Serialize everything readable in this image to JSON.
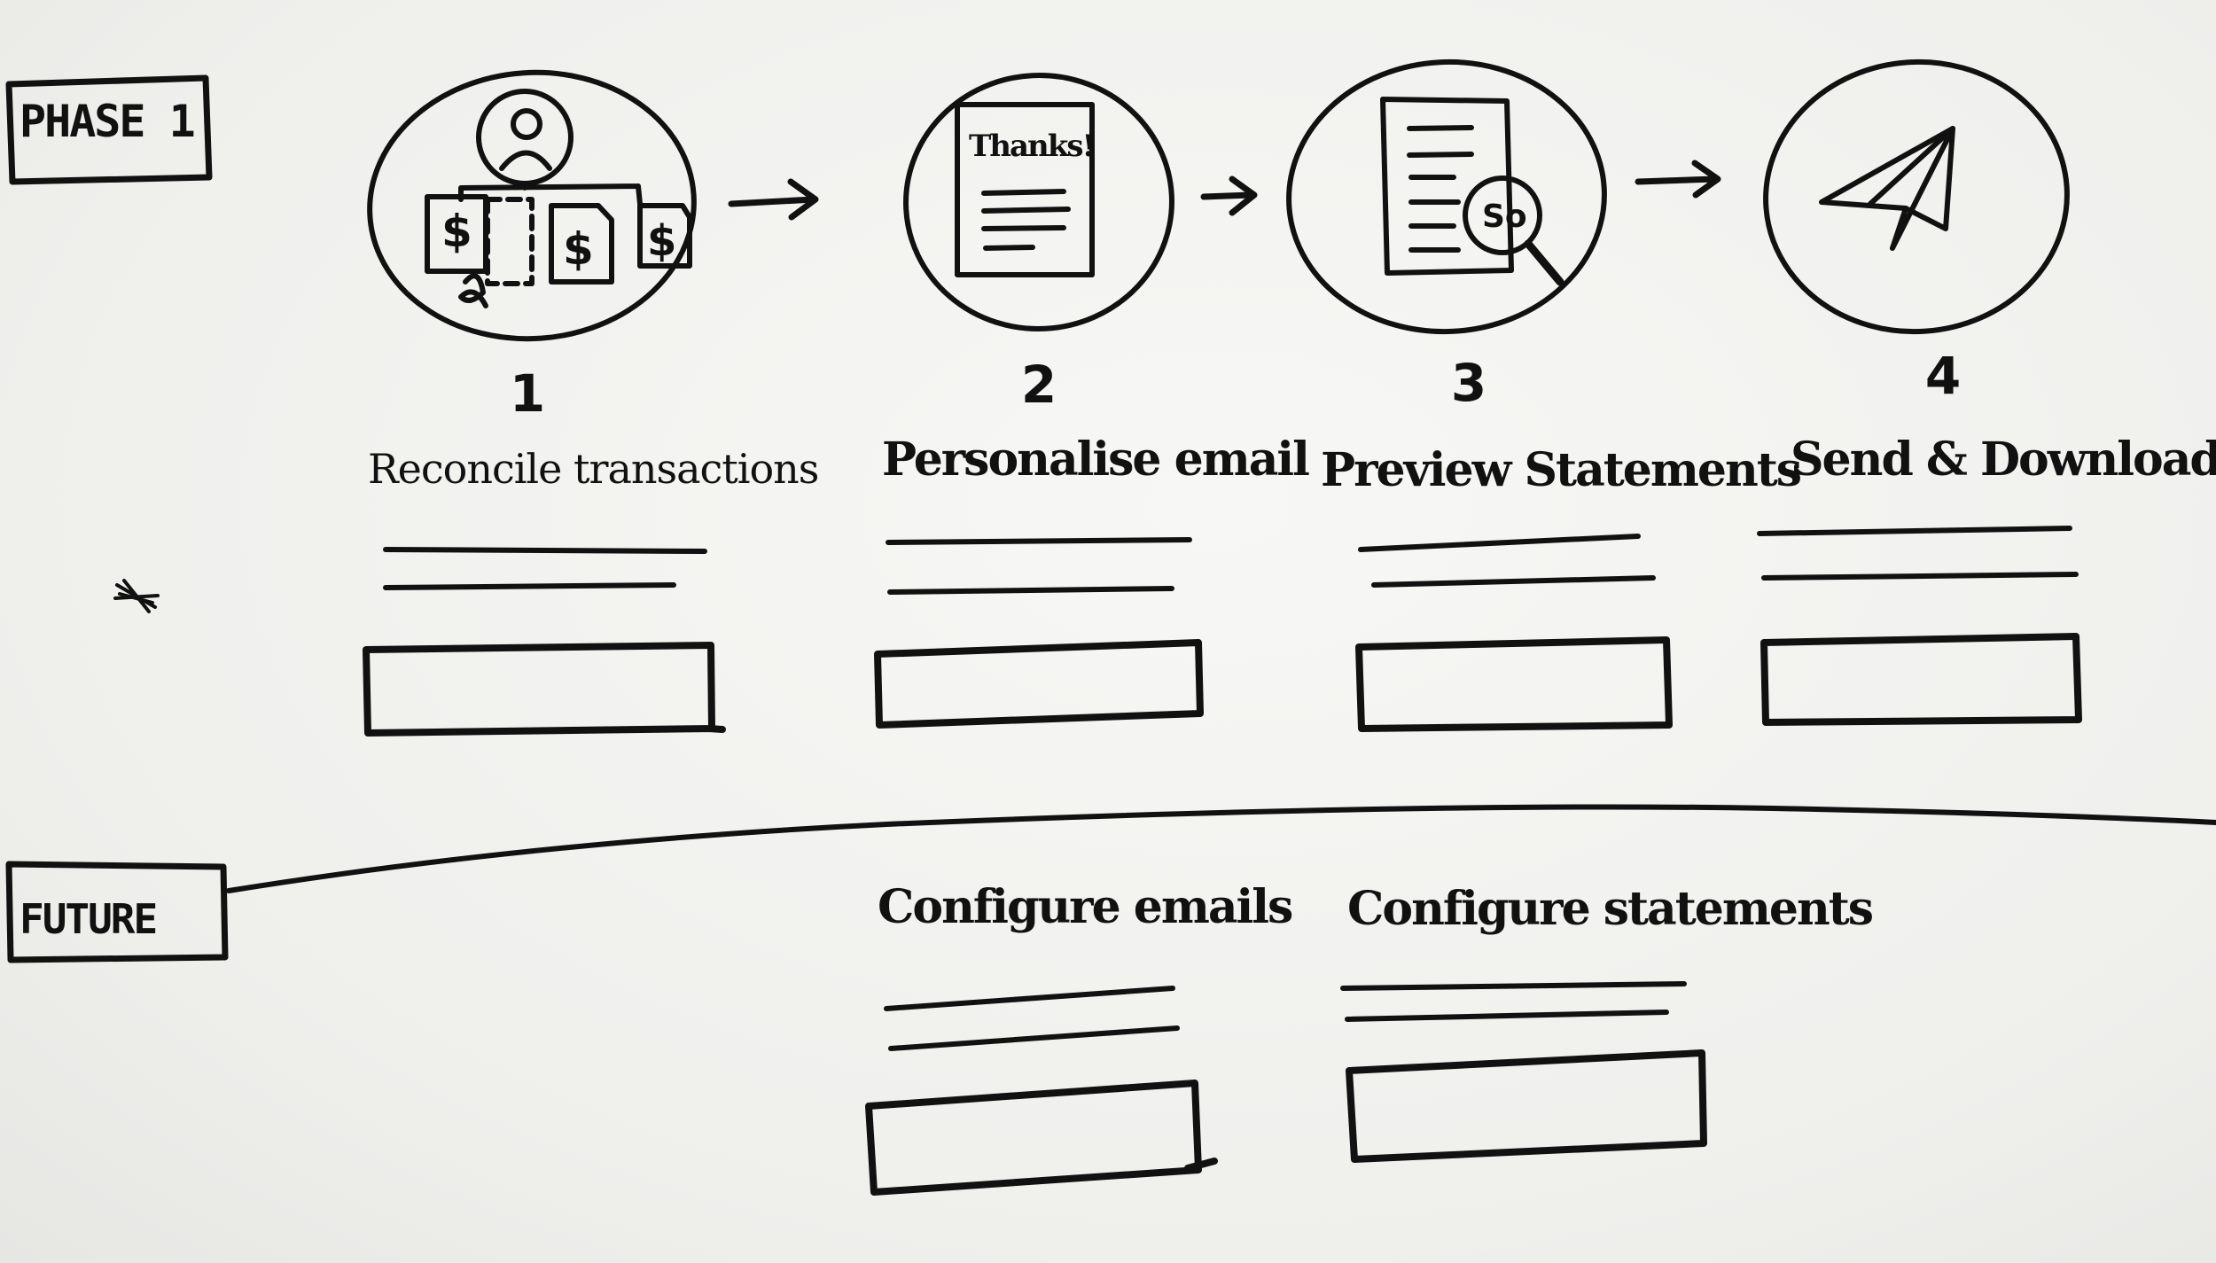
{
  "phase": {
    "label": "PHASE 1",
    "steps": [
      {
        "number": "1",
        "title": "Reconcile transactions"
      },
      {
        "number": "2",
        "title": "Personalise email"
      },
      {
        "number": "3",
        "title": "Preview Statements"
      },
      {
        "number": "4",
        "title": "Send & Download"
      }
    ],
    "thanks_text": "Thanks!",
    "magnifier_text": "So"
  },
  "future": {
    "label": "FUTURE",
    "items": [
      {
        "title": "Configure emails"
      },
      {
        "title": "Configure statements"
      }
    ]
  },
  "icons": {
    "step1": "reconcile-transactions-icon",
    "step2": "thank-you-letter-icon",
    "step3": "statement-magnifier-icon",
    "step4": "paper-plane-icon"
  },
  "colors": {
    "ink": "#111111",
    "paper": "#f2f2f0"
  }
}
